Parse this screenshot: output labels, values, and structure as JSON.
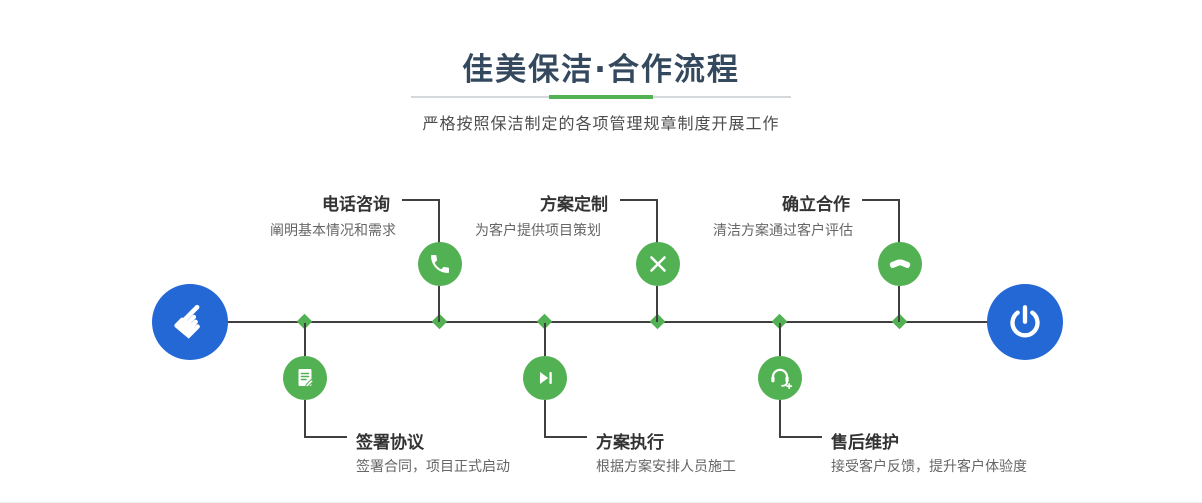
{
  "colors": {
    "green": "#52b152",
    "blue": "#2368d4",
    "line": "#3f3f3f",
    "title": "#34495e"
  },
  "header": {
    "title": "佳美保洁·合作流程",
    "subtitle": "严格按照保洁制定的各项管理规章制度开展工作"
  },
  "flow": {
    "start": {
      "icon": "pointing-hand-icon"
    },
    "end": {
      "icon": "power-icon"
    },
    "steps_top": [
      {
        "title": "电话咨询",
        "desc": "阐明基本情况和需求",
        "icon": "phone-icon"
      },
      {
        "title": "方案定制",
        "desc": "为客户提供项目策划",
        "icon": "design-icon"
      },
      {
        "title": "确立合作",
        "desc": "清洁方案通过客户评估",
        "icon": "handshake-icon"
      }
    ],
    "steps_bottom": [
      {
        "title": "签署协议",
        "desc": "签署合同，项目正式启动",
        "icon": "contract-icon"
      },
      {
        "title": "方案执行",
        "desc": "根据方案安排人员施工",
        "icon": "execute-icon"
      },
      {
        "title": "售后维护",
        "desc": "接受客户反馈，提升客户体验度",
        "icon": "headset-icon"
      }
    ]
  }
}
